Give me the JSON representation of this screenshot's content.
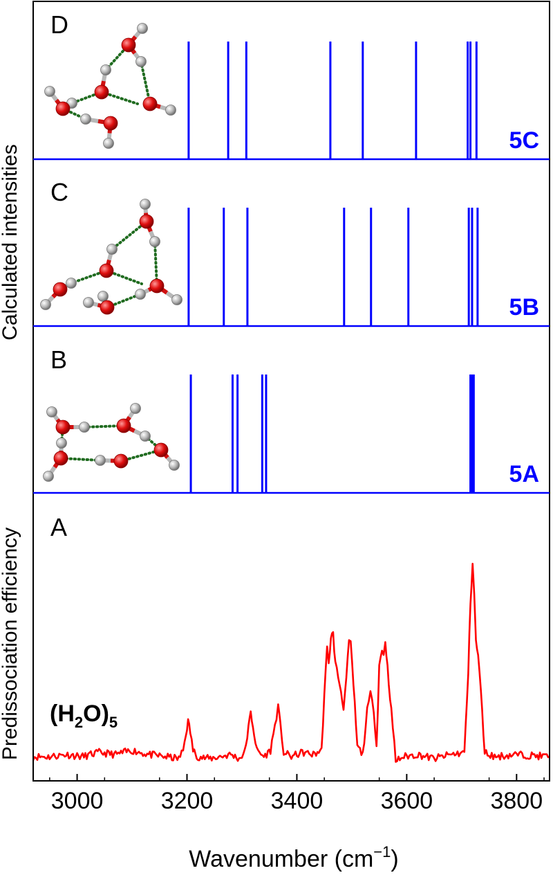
{
  "chart_data": {
    "type": "line",
    "xlabel": "Wavenumber (cm",
    "xlabel_superscript": "−1",
    "xlabel_suffix": ")",
    "xlim": [
      2920,
      3860
    ],
    "xticks": [
      3000,
      3200,
      3400,
      3600,
      3800
    ],
    "xtick_labels": [
      "3000",
      "3200",
      "3400",
      "3600",
      "3800"
    ],
    "ylabel_upper": "Calculated intensities",
    "ylabel_lower": "Predissociation efficiency",
    "line_color": "#0000ff",
    "spectrum_color": "#ff0000",
    "panels": [
      {
        "letter": "D",
        "isomer_label": "5C",
        "peaks": [
          3203,
          3275,
          3308,
          3461,
          3520,
          3617,
          3711,
          3716,
          3727
        ]
      },
      {
        "letter": "C",
        "isomer_label": "5B",
        "peaks": [
          3203,
          3267,
          3310,
          3486,
          3535,
          3603,
          3713,
          3719,
          3729
        ]
      },
      {
        "letter": "B",
        "isomer_label": "5A",
        "peaks": [
          3207,
          3283,
          3292,
          3337,
          3344,
          3716,
          3719,
          3722
        ]
      },
      {
        "letter": "A",
        "formula_main": "(H",
        "formula_sub1": "2",
        "formula_mid": "O)",
        "formula_sub2": "5",
        "spectrum": {
          "name": "",
          "x": [
            2920,
            2950,
            2980,
            3010,
            3040,
            3070,
            3100,
            3130,
            3160,
            3185,
            3193,
            3198,
            3202,
            3206,
            3211,
            3220,
            3240,
            3260,
            3280,
            3295,
            3305,
            3312,
            3316,
            3320,
            3327,
            3340,
            3352,
            3360,
            3366,
            3370,
            3376,
            3390,
            3410,
            3430,
            3445,
            3450,
            3455,
            3458,
            3462,
            3466,
            3470,
            3478,
            3485,
            3490,
            3495,
            3498,
            3503,
            3510,
            3520,
            3528,
            3534,
            3540,
            3545,
            3550,
            3555,
            3558,
            3561,
            3565,
            3572,
            3580,
            3595,
            3620,
            3650,
            3680,
            3705,
            3712,
            3716,
            3720,
            3723,
            3726,
            3730,
            3735,
            3742,
            3760,
            3800,
            3860
          ],
          "y": [
            0.03,
            0.03,
            0.04,
            0.03,
            0.05,
            0.04,
            0.06,
            0.04,
            0.03,
            0.02,
            0.06,
            0.14,
            0.2,
            0.15,
            0.06,
            0.03,
            0.02,
            0.03,
            0.04,
            0.02,
            0.05,
            0.17,
            0.24,
            0.18,
            0.06,
            0.03,
            0.06,
            0.18,
            0.27,
            0.18,
            0.05,
            0.03,
            0.05,
            0.04,
            0.06,
            0.33,
            0.55,
            0.47,
            0.61,
            0.62,
            0.48,
            0.38,
            0.27,
            0.4,
            0.59,
            0.57,
            0.38,
            0.08,
            0.04,
            0.25,
            0.33,
            0.26,
            0.08,
            0.47,
            0.54,
            0.52,
            0.59,
            0.46,
            0.25,
            0.01,
            0.03,
            0.04,
            0.02,
            0.04,
            0.05,
            0.43,
            0.78,
            0.96,
            0.81,
            0.58,
            0.52,
            0.34,
            0.05,
            0.03,
            0.04,
            0.03
          ]
        }
      }
    ]
  }
}
